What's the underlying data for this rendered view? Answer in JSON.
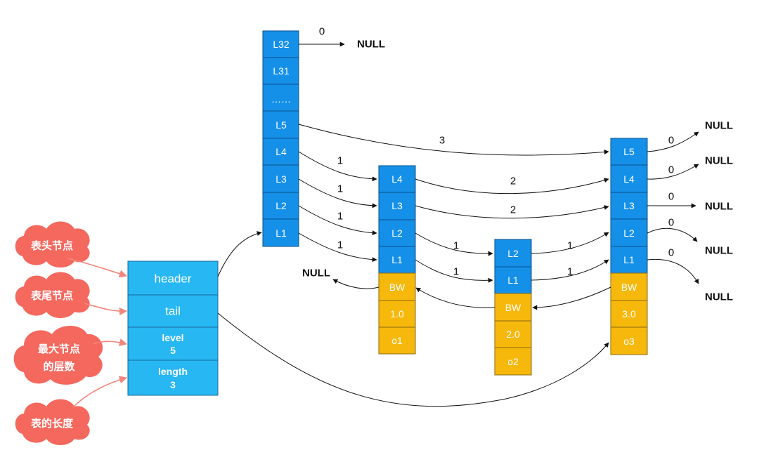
{
  "header_node": {
    "header": "header",
    "tail": "tail",
    "level_label": "level",
    "level_value": "5",
    "length_label": "length",
    "length_value": "3"
  },
  "annotations": [
    {
      "text": "表头节点"
    },
    {
      "text": "表尾节点"
    },
    {
      "text": "最大节点",
      "text2": "的层数"
    },
    {
      "text": "表的长度"
    }
  ],
  "head_levels": {
    "l32": "L32",
    "l31": "L31",
    "dots": "……",
    "l5": "L5",
    "l4": "L4",
    "l3": "L3",
    "l2": "L2",
    "l1": "L1"
  },
  "nodes": [
    {
      "levels": [
        "L4",
        "L3",
        "L2",
        "L1"
      ],
      "backward": "BW",
      "score": "1.0",
      "obj": "o1"
    },
    {
      "levels": [
        "L2",
        "L1"
      ],
      "backward": "BW",
      "score": "2.0",
      "obj": "o2"
    },
    {
      "levels": [
        "L5",
        "L4",
        "L3",
        "L2",
        "L1"
      ],
      "backward": "BW",
      "score": "3.0",
      "obj": "o3"
    }
  ],
  "null_text": "NULL",
  "spans": {
    "head_l32": "0",
    "head_l5": "3",
    "head_l4": "1",
    "head_l3": "1",
    "head_l2": "1",
    "head_l1": "1",
    "n1_l4": "2",
    "n1_l3": "2",
    "n1_l2": "1",
    "n1_l1": "1",
    "n2_l2": "1",
    "n2_l1": "1",
    "n3_l5": "0",
    "n3_l4": "0",
    "n3_l3": "0",
    "n3_l2": "0",
    "n3_l1": "0"
  },
  "colors": {
    "level_cell": "#1590e8",
    "data_cell": "#f7b80c",
    "header_cell": "#27b7f2",
    "annotation": "#f4685e"
  }
}
